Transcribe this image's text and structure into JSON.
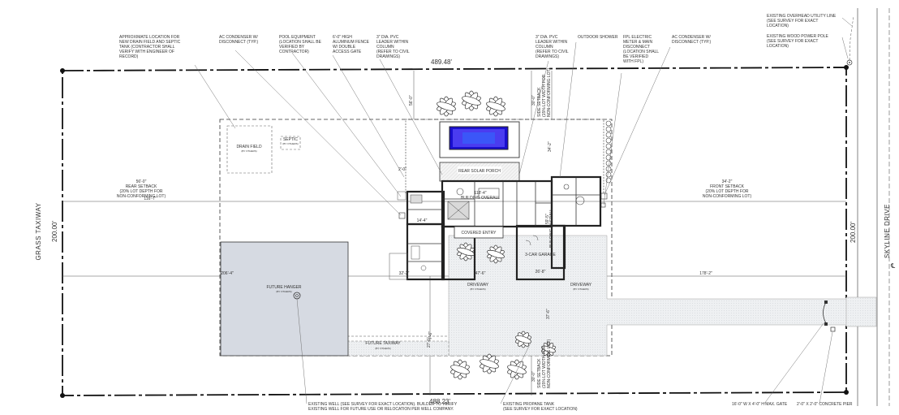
{
  "colors": {
    "line": "#222222",
    "hangar_fill": "#d6dae2",
    "pool": "#3a2ae0",
    "paving": "#e9ecef",
    "roof_shade": "#d9d9d9"
  },
  "dimensions": {
    "north_property_line": "489.48'",
    "south_property_line": "488.23'",
    "west_property_line": "200.00'",
    "east_property_line": "200.00'",
    "west_dim": "116'-7\"",
    "west_dim_lower": "206'-4\"",
    "building_overall_width": "118'-4\"",
    "building_overall_depth": "59'-5\"",
    "front_dim_lower": "178'-2\"",
    "garage_dim": "26'-8\"",
    "lower_dim_a": "47'-6\"",
    "lower_dim_b": "32'-2\"",
    "top_setback_a": "56'-0\"",
    "top_setback_b": "30'-0\"",
    "top_setback_c": "34'-2\"",
    "bottom_dim_a": "37'-6\"",
    "bottom_dim_b": "27'-6\"",
    "gate_dim": "2'-0\"",
    "misc_a": "14'-4\"",
    "misc_b": "7'-6\""
  },
  "labels": {
    "grass_taxiway": "GRASS TAXIWAY",
    "skyline_drive": "SKYLINE DRIVE",
    "drain_field": "DRAIN FIELD",
    "septic": "SEPTIC",
    "by_others": "(BY OTHERS)",
    "rear_solar_porch": "REAR SOLAR PORCH",
    "building_overall": "BUILDING OVERALL",
    "covered_entry": "COVERED ENTRY",
    "car_garage": "3-CAR GARAGE",
    "driveway": "DRIVEWAY",
    "future_hanger": "FUTURE HANGER",
    "future_taxiway": "FUTURE TAXIWAY",
    "rear_setback": [
      "REAR SETBACK",
      "(20% LOT DEPTH FOR",
      "NON-CONFORMING LOT)"
    ],
    "front_setback": [
      "FRONT SETBACK",
      "(20% LOT DEPTH FOR",
      "NON-CONFORMING LOT)"
    ],
    "side_setback": [
      "SIDE SETBACK",
      "(15% LOT WIDTH FOR",
      "NON-CONFORMING LOT)"
    ],
    "centerline": "℄"
  },
  "notes": {
    "drain_field_note": [
      "APPROXIMATE LOCATION FOR",
      "NEW DRAIN FIELD AND SEPTIC",
      "TANK (CONTRACTOR SHALL",
      "VERIFY WITH ENGINEER OF",
      "RECORD)"
    ],
    "ac_condenser_left": [
      "AC CONDENSER W/",
      "DISCONNECT (TYP.)"
    ],
    "pool_equipment": [
      "POOL EQUIPMENT",
      "(LOCATION SHALL BE",
      "VERIFIED BY",
      "CONTRACTOR)"
    ],
    "aluminum_fence": [
      "6'-0\" HIGH",
      "ALUMINUM FENCE",
      "W/ DOUBLE",
      "ACCESS GATE"
    ],
    "pvc_leader_left": [
      "3\" DIA. PVC",
      "LEADER WITHIN",
      "COLUMN",
      "(REFER TO CIVIL",
      "DRAWINGS)"
    ],
    "pvc_leader_right": [
      "3\" DIA. PVC",
      "LEADER WITHIN",
      "COLUMN",
      "(REFER TO CIVIL",
      "DRAWINGS)"
    ],
    "outdoor_shower": [
      "OUTDOOR SHOWER"
    ],
    "fpl_meter": [
      "FPL ELECTRIC",
      "METER & MAIN",
      "DISCONNECT",
      "(LOCATION SHALL",
      "BE VERIFIED",
      "WITH FPL)"
    ],
    "ac_condenser_right": [
      "AC CONDENSER W/",
      "DISCONNECT (TYP.)"
    ],
    "overhead_utility": [
      "EXISTING OVERHEAD UTILITY LINE",
      "(SEE SURVEY FOR EXACT",
      "LOCATION)"
    ],
    "power_pole": [
      "EXISTING WOOD POWER POLE",
      "(SEE SURVEY FOR EXACT",
      "LOCATION)"
    ],
    "existing_well": [
      "EXISTING WELL (SEE SURVEY FOR EXACT LOCATION). BUILDER TO VERIFY",
      "EXISTING WELL FOR FUTURE USE OR RELOCATION PER WELL COMPANY."
    ],
    "propane_tank": [
      "EXISTING PROPANE TANK",
      "(SEE SURVEY FOR EXACT LOCATION)"
    ],
    "max_gate": [
      "16'-0\" W X 4'-0\" H MAX. GATE"
    ],
    "concrete_pier": [
      "2'-0\" X 2'-0\" CONCRETE PIER"
    ]
  }
}
